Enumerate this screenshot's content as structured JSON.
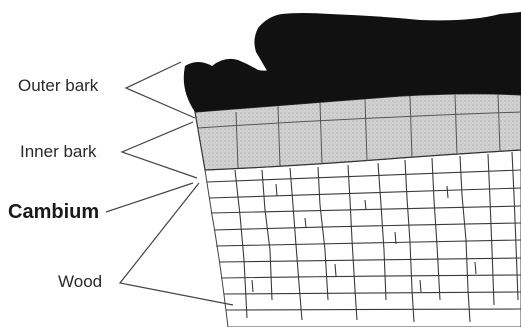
{
  "labels": {
    "outer_bark": "Outer bark",
    "inner_bark": "Inner bark",
    "cambium": "Cambium",
    "wood": "Wood"
  },
  "colors": {
    "outer_bark": "#111111",
    "inner_bark": "#cfcfcf",
    "wood": "#ffffff",
    "lines": "#333333"
  }
}
